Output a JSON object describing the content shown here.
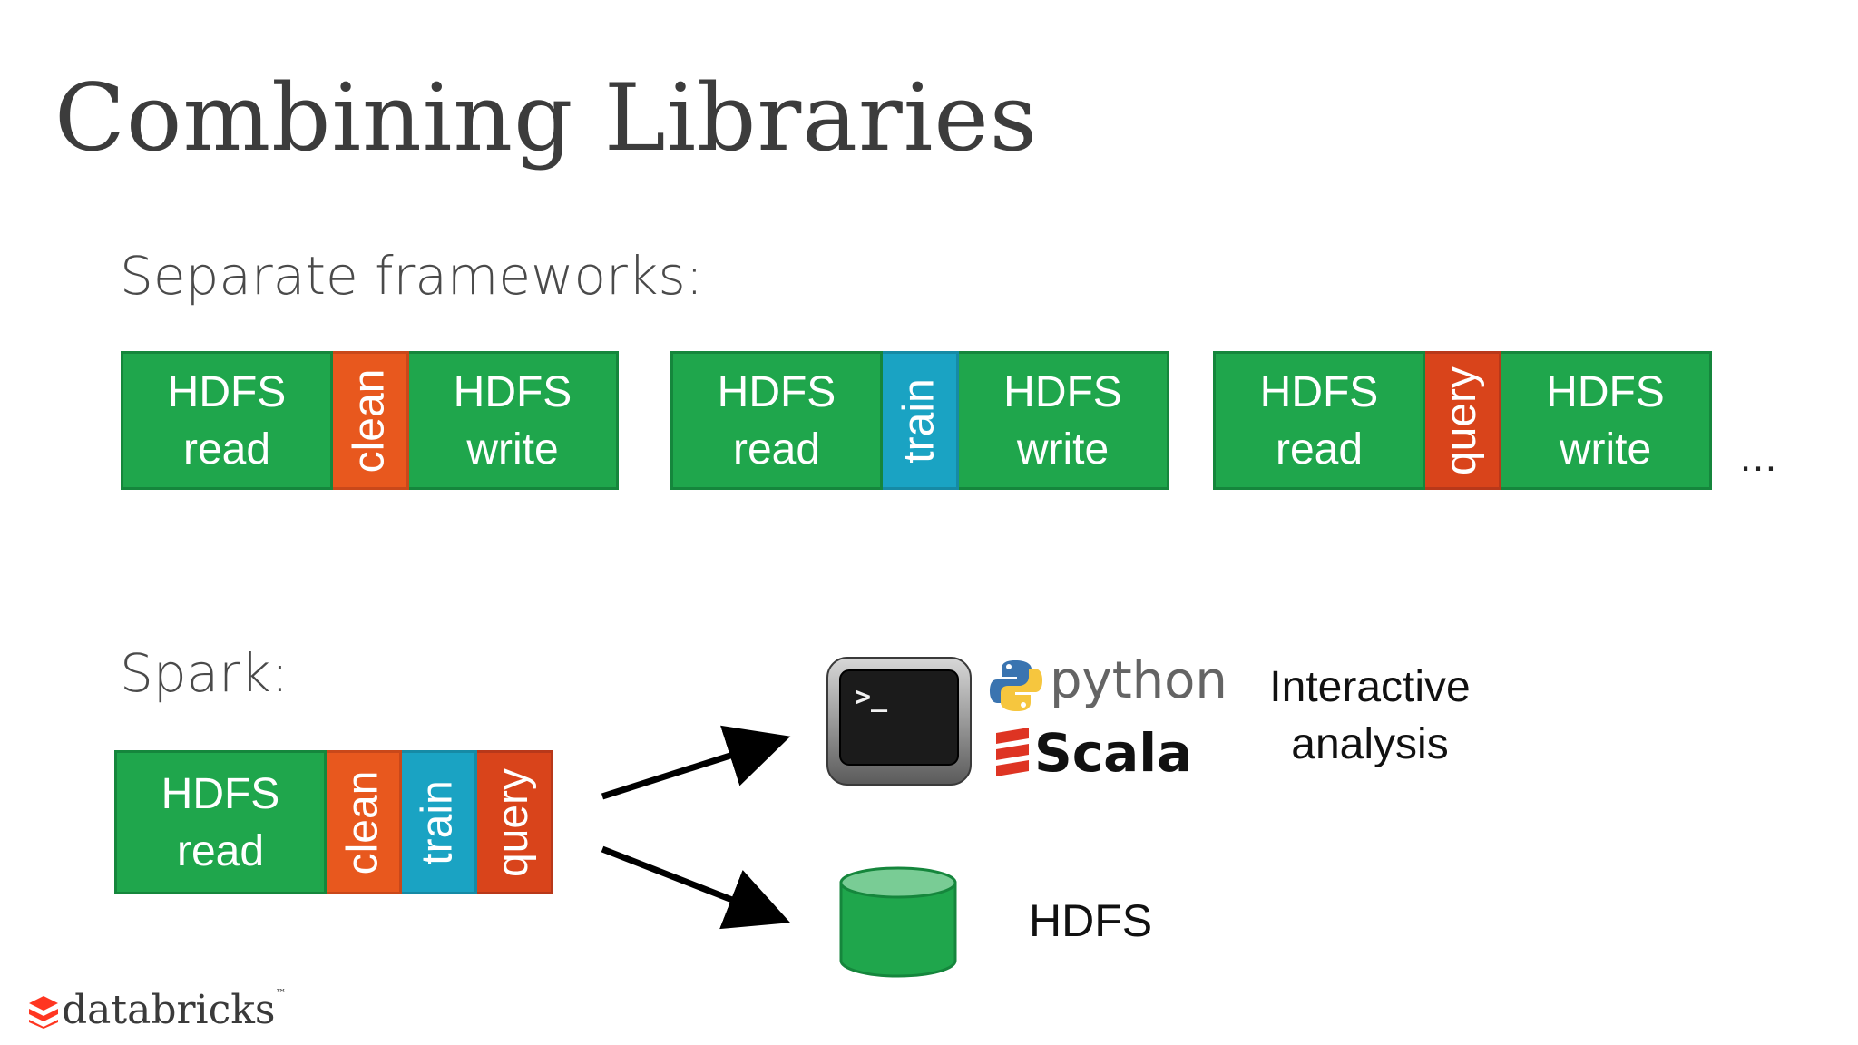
{
  "slide": {
    "title": "Combining Libraries",
    "separate_label": "Separate frameworks:",
    "spark_label": "Spark:",
    "ellipsis": "…"
  },
  "pipelines": [
    {
      "left": "HDFS\nread",
      "middle": "clean",
      "right": "HDFS\nwrite",
      "middle_color": "#e8581e"
    },
    {
      "left": "HDFS\nread",
      "middle": "train",
      "right": "HDFS\nwrite",
      "middle_color": "#1aa3c3"
    },
    {
      "left": "HDFS\nread",
      "middle": "query",
      "right": "HDFS\nwrite",
      "middle_color": "#d9441b"
    }
  ],
  "spark_pipeline": {
    "read": "HDFS\nread",
    "steps": [
      "clean",
      "train",
      "query"
    ]
  },
  "outputs": {
    "python_label": "python",
    "scala_label": "Scala",
    "interactive_caption": "Interactive\nanalysis",
    "hdfs_caption": "HDFS",
    "terminal_prompt": ">_"
  },
  "footer": {
    "brand": "databricks",
    "trademark": "™"
  },
  "colors": {
    "green": "#1fa64c",
    "orange": "#e8581e",
    "teal": "#1aa3c3",
    "red": "#d9441b",
    "scala_red": "#de3423"
  },
  "icons": [
    "terminal-icon",
    "python-logo-icon",
    "scala-logo-icon",
    "database-cylinder-icon",
    "databricks-logo-icon"
  ]
}
